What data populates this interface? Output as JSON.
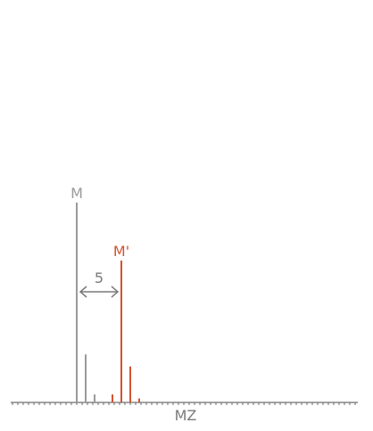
{
  "chart_data": {
    "type": "bar",
    "title": "",
    "xlabel": "MZ",
    "ylabel": "",
    "grid": false,
    "legend": "none",
    "series": [
      {
        "label": "M",
        "color": "#9a9a9a",
        "peaks": [
          {
            "x": 0,
            "y": 100
          },
          {
            "x": 1,
            "y": 24
          },
          {
            "x": 2,
            "y": 4
          }
        ]
      },
      {
        "label": "M'",
        "color": "#d4532f",
        "peaks": [
          {
            "x": 4,
            "y": 4
          },
          {
            "x": 5,
            "y": 71
          },
          {
            "x": 6,
            "y": 18
          },
          {
            "x": 7,
            "y": 2
          }
        ]
      }
    ],
    "annotation": {
      "text": "5",
      "from": 0,
      "to": 5
    }
  }
}
